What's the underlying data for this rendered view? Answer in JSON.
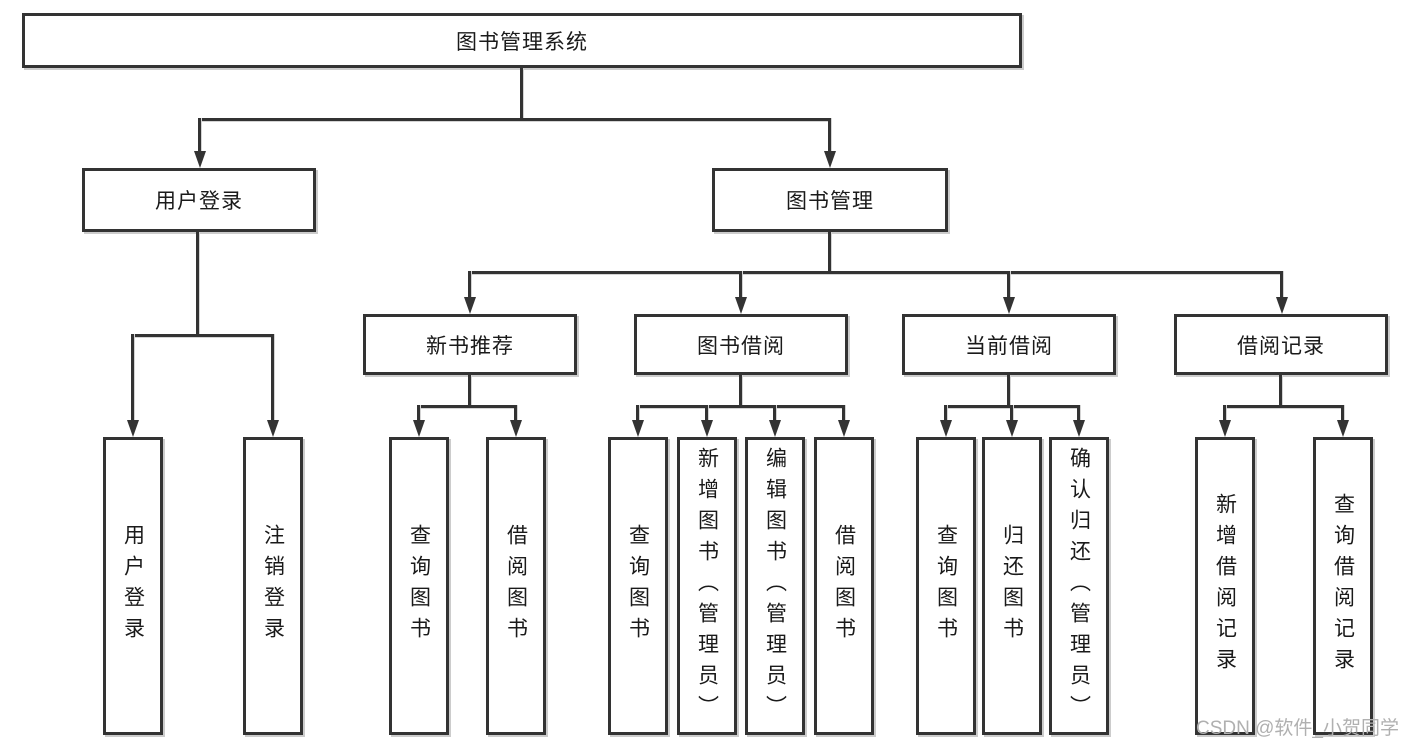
{
  "diagram": {
    "watermark": "CSDN @软件_小贺同学",
    "colors": {
      "background": "#ffffff",
      "line": "#333333",
      "text": "#1a1a1a",
      "watermark": "#b0b0b0"
    },
    "tree": {
      "root": {
        "label": "图书管理系统"
      },
      "children": [
        {
          "label": "用户登录",
          "children": [
            {
              "label": "用户登录"
            },
            {
              "label": "注销登录"
            }
          ]
        },
        {
          "label": "图书管理",
          "children": [
            {
              "label": "新书推荐",
              "children": [
                {
                  "label": "查询图书"
                },
                {
                  "label": "借阅图书"
                }
              ]
            },
            {
              "label": "图书借阅",
              "children": [
                {
                  "label": "查询图书"
                },
                {
                  "label": "新增图书（管理员）"
                },
                {
                  "label": "编辑图书（管理员）"
                },
                {
                  "label": "借阅图书"
                }
              ]
            },
            {
              "label": "当前借阅",
              "children": [
                {
                  "label": "查询图书"
                },
                {
                  "label": "归还图书"
                },
                {
                  "label": "确认归还（管理员）"
                }
              ]
            },
            {
              "label": "借阅记录",
              "children": [
                {
                  "label": "新增借阅记录"
                },
                {
                  "label": "查询借阅记录"
                }
              ]
            }
          ]
        }
      ]
    }
  }
}
